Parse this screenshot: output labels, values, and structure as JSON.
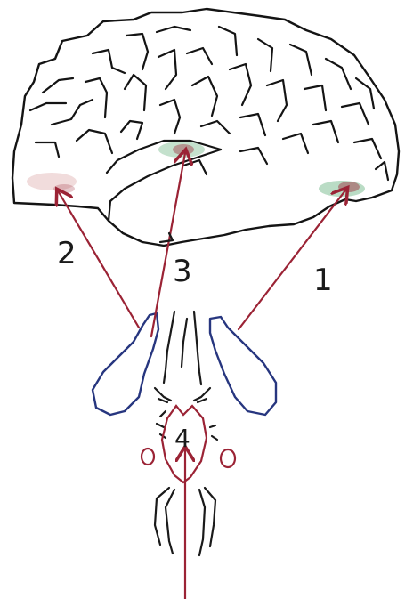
{
  "labels": {
    "one": "1",
    "two": "2",
    "three": "3",
    "four": "4"
  },
  "colors": {
    "outline": "#141414",
    "olfactory_bulb": "#27367f",
    "pathway": "#9b2335",
    "activation_area": "#3a9a5a"
  }
}
